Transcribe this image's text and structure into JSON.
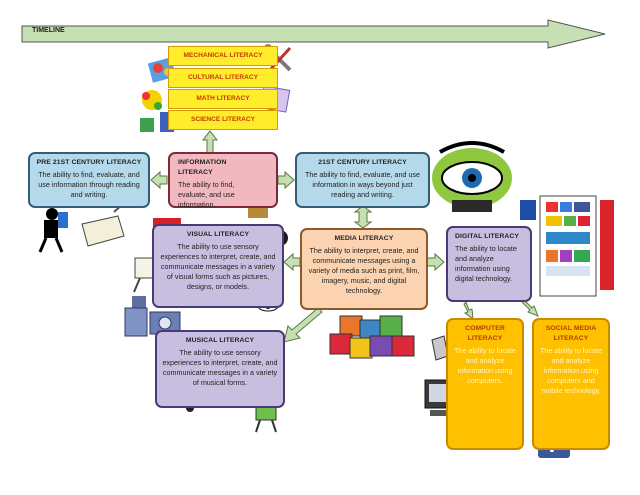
{
  "timeline": {
    "label": "TIMELINE"
  },
  "literacies_stack": [
    "MECHANICAL LITERACY",
    "CULTURAL LITERACY",
    "MATH LITERACY",
    "SCIENCE LITERACY"
  ],
  "pre21": {
    "title": "PRE 21ST CENTURY LITERACY",
    "desc": "The ability to find, evaluate, and use information through reading and writing."
  },
  "information": {
    "title": "INFORMATION LITERACY",
    "desc": "The ability to find, evaluate, and use information."
  },
  "c21": {
    "title": "21ST CENTURY LITERACY",
    "desc": "The ability to find, evaluate, and use information in ways beyond just reading and writing."
  },
  "visual": {
    "title": "VISUAL LITERACY",
    "desc": "The ability to use sensory experiences to interpret, create, and communicate messages in a variety of visual forms such as pictures, designs, or models."
  },
  "media": {
    "title": "MEDIA LITERACY",
    "desc": "The ability to interpret, create, and communicate messages using a variety of media such as print, film, imagery, music, and digital technology."
  },
  "digital": {
    "title": "DIGITAL LITERACY",
    "desc": "The ability to locate and analyze information using digital technology."
  },
  "musical": {
    "title": "MUSICAL LITERACY",
    "desc": "The ability to use sensory experiences to interpret, create, and communicate messages in a variety of musical forms."
  },
  "computer": {
    "title": "COMPUTER LITERACY",
    "desc": "The ability to locate and analyze information using computers."
  },
  "social": {
    "title": "SOCIAL MEDIA LITERACY",
    "desc": "The ability to locate and analyze information using computers and mobile technology."
  },
  "colors": {
    "arrow_fill": "#c6e0b4",
    "blue_box": "#b4d9ea",
    "pink_box": "#f2b8c0",
    "purple_box": "#c8bfe0",
    "peach_box": "#fbd3b0",
    "yellow_box": "#ffec2b",
    "orange_box": "#ffc000"
  }
}
